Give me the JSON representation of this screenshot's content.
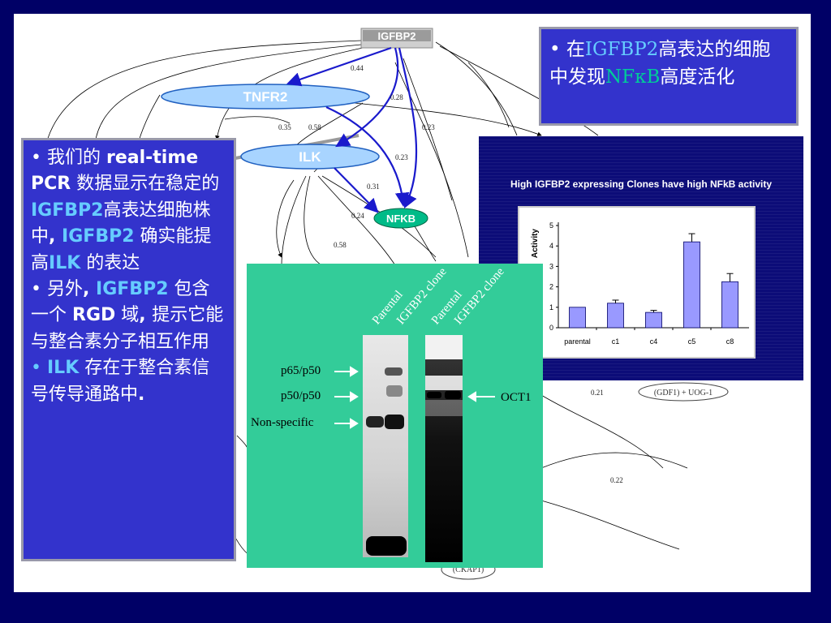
{
  "network": {
    "nodes": {
      "igfbp2": "IGFBP2",
      "tnfr2": "TNFR2",
      "ilk": "ILK",
      "nfkb": "NFKB",
      "gdf1": "(GDF1) + UOG-1",
      "ckap1": "(CKAP1)"
    },
    "edge_labels": [
      "0.44",
      "0.28",
      "0.35",
      "0.58",
      "0.23",
      "0.23",
      "0.31",
      "0.24",
      "0.58",
      "0.21",
      "0.22"
    ]
  },
  "callout_right": {
    "bullet": "• ",
    "p1": "在",
    "p2": "IGFBP2",
    "p3": "高表达的细胞中发现",
    "p4": "NFκB",
    "p5": "高度活化"
  },
  "callout_left": {
    "b1_bullet": "• ",
    "b1_p1": "我们的 ",
    "b1_p2": "real-time PCR",
    "b1_p3": " 数据显示在稳定的",
    "b1_p4": "IGFBP2",
    "b1_p5": "高表达细胞株中",
    "b1_p6": ", ",
    "b1_p7": "IGFBP2",
    "b1_p8": " 确实能提高",
    "b1_p9": "ILK",
    "b1_p10": " 的表达",
    "b2_bullet": "• ",
    "b2_p1": "另外",
    "b2_p2": ", ",
    "b2_p3": "IGFBP2",
    "b2_p4": " 包含一个 ",
    "b2_p5": "RGD",
    "b2_p6": " 域",
    "b2_p7": ", ",
    "b2_p8": "提示它能与整合素分子相互作用",
    "b3_bullet": "• ",
    "b3_p1": "ILK",
    "b3_p2": " 存在于整合素信号传导通路中",
    "b3_p3": "."
  },
  "chart_data": {
    "type": "bar",
    "title": "High IGFBP2 expressing Clones have high NFkB activity",
    "ylabel": "Activity",
    "categories": [
      "parental",
      "c1",
      "c4",
      "c5",
      "c8"
    ],
    "values": [
      1.0,
      1.2,
      0.75,
      4.2,
      2.25
    ],
    "errors": [
      0,
      0.15,
      0.1,
      0.4,
      0.4
    ],
    "ylim": [
      0,
      5
    ],
    "yticks": [
      "0",
      "1",
      "2",
      "3",
      "4",
      "5"
    ],
    "colors": {
      "bar": "#9999ff",
      "bar_edge": "#000066"
    }
  },
  "gel": {
    "lanes": [
      "Parental",
      "IGFBP2 clone",
      "Parental",
      "IGFBP2 clone"
    ],
    "bands": [
      "p65/p50",
      "p50/p50",
      "Non-specific"
    ],
    "oct1": "OCT1"
  }
}
